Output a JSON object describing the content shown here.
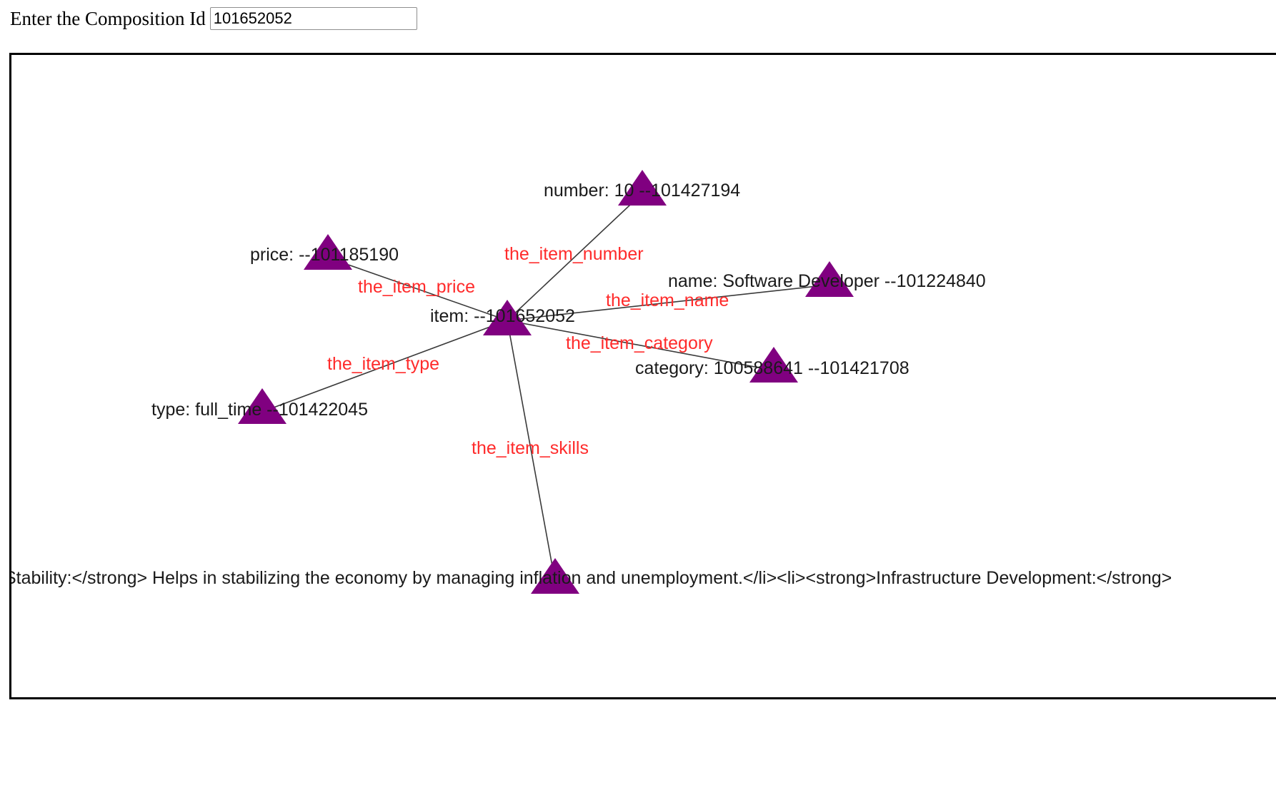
{
  "form": {
    "label": "Enter the Composition Id",
    "input_value": "101652052"
  },
  "graph": {
    "node_color": "#800080",
    "edge_label_color": "#ff2b2b",
    "nodes": [
      {
        "id": "item",
        "label": "item:  --101652052"
      },
      {
        "id": "number",
        "label": "number: 10 --101427194"
      },
      {
        "id": "price",
        "label": "price:  --101185190"
      },
      {
        "id": "name",
        "label": "name: Software Developer --101224840"
      },
      {
        "id": "category",
        "label": "category: 100588641 --101421708"
      },
      {
        "id": "type",
        "label": "type: full_time --101422045"
      },
      {
        "id": "skills",
        "label": "Stability:</strong> Helps in stabilizing the economy by managing inflation and unemployment.</li><li><strong>Infrastructure Development:</strong>"
      }
    ],
    "edges": [
      {
        "from": "item",
        "to": "number",
        "label": "the_item_number"
      },
      {
        "from": "item",
        "to": "price",
        "label": "the_item_price"
      },
      {
        "from": "item",
        "to": "name",
        "label": "the_item_name"
      },
      {
        "from": "item",
        "to": "category",
        "label": "the_item_category"
      },
      {
        "from": "item",
        "to": "type",
        "label": "the_item_type"
      },
      {
        "from": "item",
        "to": "skills",
        "label": "the_item_skills"
      }
    ]
  }
}
